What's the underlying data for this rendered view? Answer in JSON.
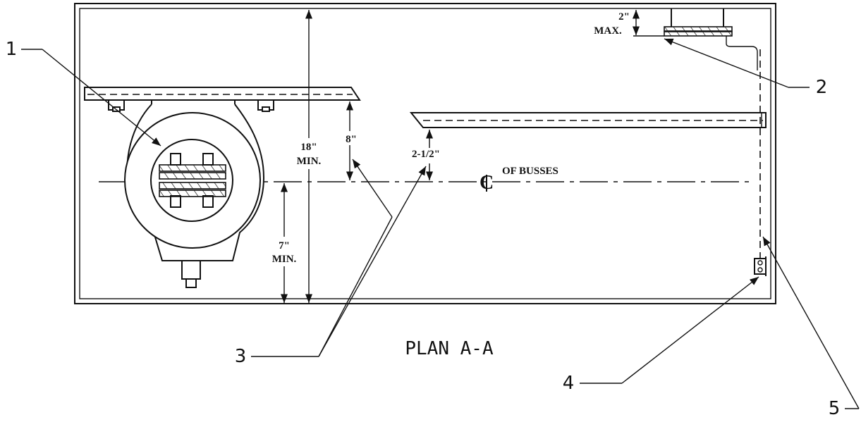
{
  "drawing": {
    "title": "PLAN A-A",
    "centerline_label": "OF BUSSES",
    "callouts": {
      "c1": "1",
      "c2": "2",
      "c3": "3",
      "c4": "4",
      "c5": "5"
    },
    "dimensions": {
      "d18_val": "18\"",
      "d18_note": "MIN.",
      "d8_val": "8\"",
      "d25_val": "2-1/2\"",
      "d7_val": "7\"",
      "d7_note": "MIN.",
      "d2_val": "2\"",
      "d2_note": "MAX."
    }
  }
}
